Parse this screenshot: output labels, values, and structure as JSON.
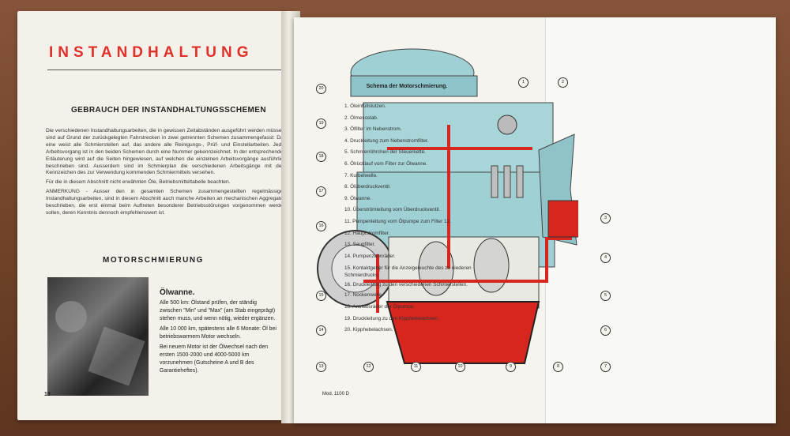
{
  "left_page": {
    "title": "INSTANDHALTUNG",
    "heading": "GEBRAUCH DER INSTANDHALTUNGSSCHEMEN",
    "paragraphs": [
      "Die verschiedenen Instandhaltungsarbeiten, die in gewissen Zeitabständen ausgeführt werden müssen, sind auf Grund der zurückgelegten Fahrstrecken in zwei getrennten Schemen zusammengefasst: Das eine weist alle Schmierstellen auf, das andere alle Reinigungs-, Prüf- und Einstellarbeiten. Jeder Arbeitsvorgang ist in den beiden Schemen durch eine Nummer gekennzeichnet. In der entsprechenden Erläuterung wird auf die Seiten hingewiesen, auf welchen die einzelnen Arbeitsvorgänge ausführlich beschrieben sind. Ausserdem sind im Schmierplan die verschiedenen Arbeitsgänge mit dem Kennzeichen des zur Verwendung kommenden Schmiermittels versehen.",
      "Für die in diesem Abschnitt nicht erwähnten Öle, Betriebsmitteltabelle beachten.",
      "ANMERKUNG - Ausser den in gesamten Schemen zusammengestellten regelmässigen Instandhaltungsarbeiten, sind in diesem Abschnitt auch manche Arbeiten an mechanischen Aggregaten beschrieben, die erst einmal beim Auftreten besonderer Betriebsstörungen vorgenommen werden sollen, deren Kenntnis dennoch empfehlenswert ist."
    ],
    "section_heading": "MOTORSCHMIERUNG",
    "oelwanne": {
      "title": "Ölwanne.",
      "p1": "Alle 500 km: Ölstand prüfen, der ständig zwischen \"Min\" und \"Max\" (am Stab eingeprägt) stehen muss, und wenn nötig, wieder ergänzen.",
      "p2": "Alle 10 000 km, spätestens alle 6 Monate: Öl bei betriebswarmem Motor wechseln.",
      "p3": "Bei neuem Motor ist der Ölwechsel nach den ersten 1500-2000 und 4000-5000 km vorzunehmen (Gutscheine A und B des Garantieheftes)."
    },
    "page_number": "18"
  },
  "right_page": {
    "schema_title": "Schema der Motorschmierung.",
    "legend": [
      "1. Öleinfüllstutzen.",
      "2. Ölmessstab.",
      "3. Ölfilter im Nebenstrom.",
      "4. Druckleitung zum Nebenstromfilter.",
      "5. Schmierröhrchen der Steuerkette.",
      "6. Ölrücklauf vom Filter zur Ölwanne.",
      "7. Kurbelwelle.",
      "8. Ölüberdruckventil.",
      "9. Ölwanne.",
      "10. Überströmleitung vom Überdruckventil.",
      "11. Pumpenleitung vom Ölpumpe zum Filter 12.",
      "12. Hauptstromfilter.",
      "13. Saugfilter.",
      "14. Pumpenzahnräder.",
      "15. Kontaktgeber für die Anzeigeleuchte des zu niederen Schmierdrucks.",
      "16. Druckleitung zu den verschiedenen Schmierstellen.",
      "17. Nockenwelle.",
      "18. Antriebsräder der Ölpumpe.",
      "19. Druckleitung zu den Kipphebelachsen.",
      "20. Kipphebelachsen."
    ],
    "model": "Mod. 1100 D",
    "callouts": [
      "1",
      "2",
      "3",
      "4",
      "5",
      "6",
      "7",
      "8",
      "9",
      "10",
      "11",
      "12",
      "13",
      "14",
      "15",
      "16",
      "17",
      "18",
      "19",
      "20"
    ]
  },
  "colors": {
    "accent_red": "#e0302a",
    "engine_teal": "#9fd0d4",
    "oil_red": "#d7261e"
  }
}
